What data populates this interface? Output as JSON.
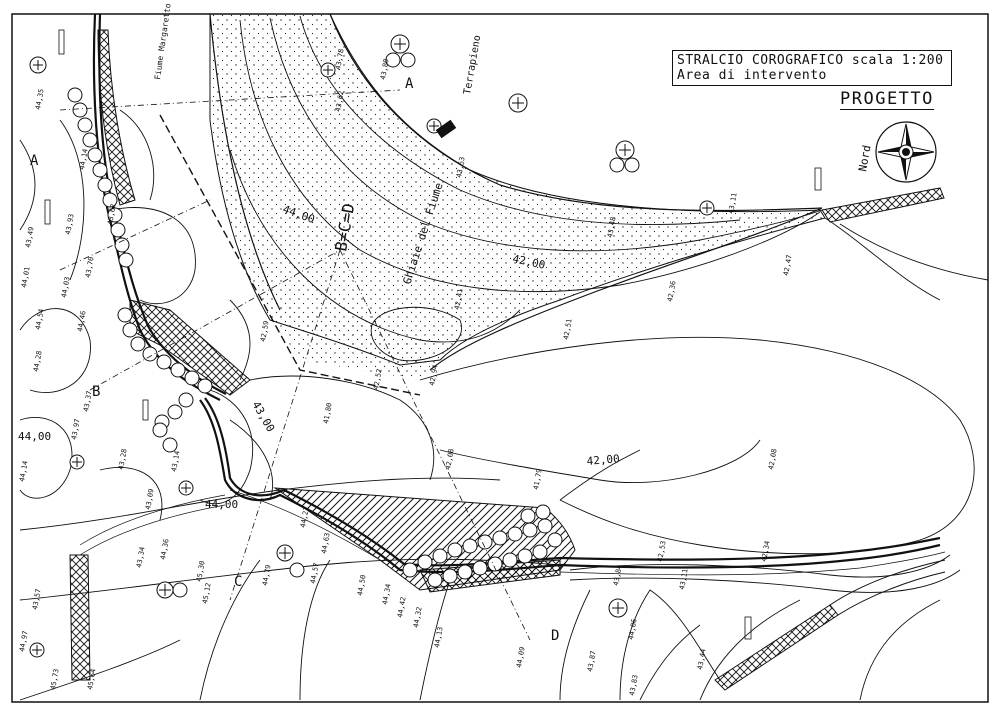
{
  "title_block": {
    "line1": "STRALCIO COROGRAFICO scala 1:200",
    "line2": "Area di intervento",
    "stamp": "PROGETTO"
  },
  "compass": {
    "label": "Nord",
    "icon": "north-arrow-compass-icon"
  },
  "labels": {
    "river_gravel": "Ghiaie del Fiume",
    "embankment": "Terrapieno",
    "river_name": "Fiume Margaretto",
    "section_bcd": "B=C=D",
    "section_a": "A",
    "section_a_right": "A",
    "section_b": "B",
    "section_c": "C",
    "section_d": "D"
  },
  "contours": [
    "44,00",
    "42,00",
    "43,00",
    "44,00",
    "42,00"
  ],
  "elevations": [
    "43,78",
    "43,62",
    "43,80",
    "43,53",
    "43,48",
    "43,11",
    "42,47",
    "42,36",
    "42,51",
    "42,94",
    "42,41",
    "42,52",
    "42,59",
    "41,80",
    "41,79",
    "42,08",
    "42,08",
    "42,53",
    "42,34",
    "43,84",
    "44,06",
    "43,11",
    "43,87",
    "43,83",
    "43,44",
    "44,79",
    "44,57",
    "44,63",
    "44,21",
    "44,50",
    "44,34",
    "44,42",
    "44,13",
    "44,32",
    "44,09",
    "45,12",
    "45,30",
    "44,36",
    "43,14",
    "43,09",
    "43,28",
    "43,97",
    "44,14",
    "43,37",
    "43,34",
    "44,54",
    "44,46",
    "44,28",
    "43,70",
    "44,03",
    "43,93",
    "43,49",
    "43,57",
    "44,97",
    "45,64",
    "45,73",
    "44,01",
    "44,14",
    "43,62",
    "44,35"
  ]
}
